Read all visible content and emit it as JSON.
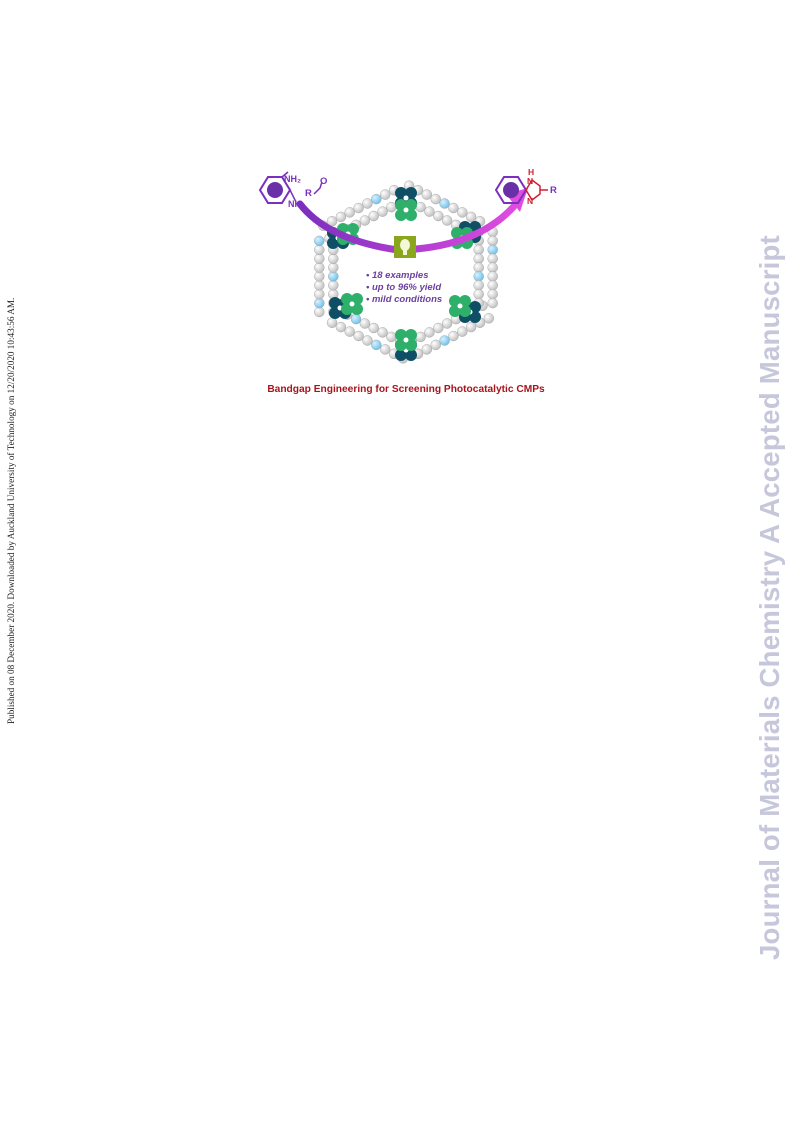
{
  "side_note": "Published on 08 December 2020. Downloaded by Auckland University of Technology on 12/20/2020 10:43:56 AM.",
  "watermark": {
    "text": "Journal of Materials Chemistry A Accepted Manuscript",
    "color": "#c7c7dc"
  },
  "graphic": {
    "reactant_amine_1": "NH₂",
    "reactant_amine_2": "NH₂",
    "aldehyde_r": "R",
    "aldehyde_o": "O",
    "product_nh": "H",
    "product_n1": "N",
    "product_n2": "N",
    "product_r": "R",
    "bullets": [
      "• 18 examples",
      "• up to 96% yield",
      "• mild conditions"
    ],
    "colors": {
      "purple": "#7b2fbf",
      "magenta": "#e04be0",
      "product_red": "#d02030",
      "dark_teal": "#0e4f66",
      "green": "#2fb06a",
      "light_blue": "#8fd0f0",
      "lamp": "#8aa51e"
    }
  },
  "caption": {
    "text": "Bandgap Engineering for Screening Photocatalytic CMPs",
    "color": "#a8141c"
  }
}
